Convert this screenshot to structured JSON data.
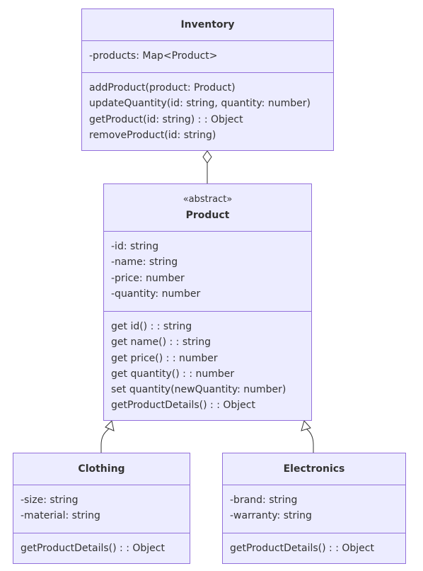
{
  "colors": {
    "fill": "#ECECFF",
    "stroke": "#9370DB",
    "text": "#333333",
    "edge": "#333333"
  },
  "classes": {
    "inventory": {
      "name": "Inventory",
      "attributes": [
        "-products: Map<Product>"
      ],
      "methods": [
        "addProduct(product: Product)",
        "updateQuantity(id: string, quantity: number)",
        "getProduct(id: string) : : Object",
        "removeProduct(id: string)"
      ]
    },
    "product": {
      "stereotype": "«abstract»",
      "name": "Product",
      "attributes": [
        "-id: string",
        "-name: string",
        "-price: number",
        "-quantity: number"
      ],
      "methods": [
        "get id() : : string",
        "get name() : : string",
        "get price() : : number",
        "get quantity() : : number",
        "set quantity(newQuantity: number)",
        "getProductDetails() : : Object"
      ]
    },
    "clothing": {
      "name": "Clothing",
      "attributes": [
        "-size: string",
        "-material: string"
      ],
      "methods": [
        "getProductDetails() : : Object"
      ]
    },
    "electronics": {
      "name": "Electronics",
      "attributes": [
        "-brand: string",
        "-warranty: string"
      ],
      "methods": [
        "getProductDetails() : : Object"
      ]
    }
  },
  "relationships": [
    {
      "from": "inventory",
      "to": "product",
      "type": "aggregation"
    },
    {
      "from": "clothing",
      "to": "product",
      "type": "inheritance"
    },
    {
      "from": "electronics",
      "to": "product",
      "type": "inheritance"
    }
  ]
}
